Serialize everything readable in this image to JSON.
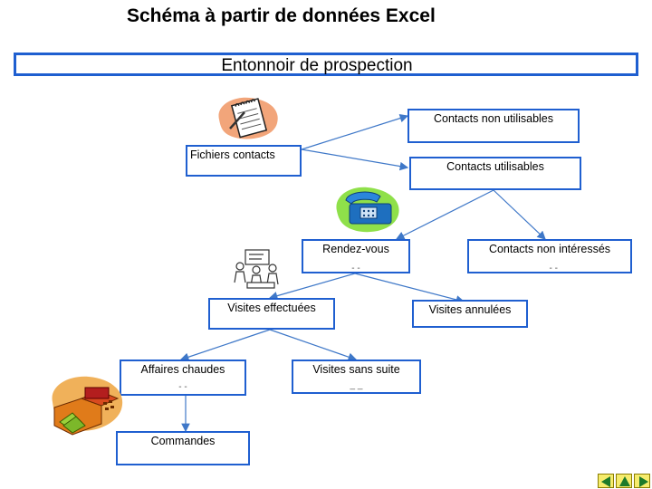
{
  "slide_title": "Schéma à partir de données Excel",
  "header": {
    "title": "Entonnoir de prospection"
  },
  "nodes": {
    "fichiers": {
      "label": "Fichiers contacts"
    },
    "non_utilisables": {
      "label": "Contacts non utilisables"
    },
    "utilisables": {
      "label": "Contacts  utilisables"
    },
    "rendez_vous": {
      "label": "Rendez-vous",
      "sub": "- -"
    },
    "non_interesses": {
      "label": "Contacts non intéressés",
      "sub": "- -"
    },
    "visites_effectuees": {
      "label": "Visites effectuées"
    },
    "visites_annulees": {
      "label": "Visites annulées"
    },
    "affaires_chaudes": {
      "label": "Affaires chaudes",
      "sub": "- -"
    },
    "visites_sans_suite": {
      "label": "Visites sans suite",
      "sub": "_ _"
    },
    "commandes": {
      "label": "Commandes"
    }
  },
  "clipart": [
    "notepad-icon",
    "telephone-icon",
    "meeting-people-icon",
    "cash-register-icon"
  ],
  "navigation": [
    "previous-slide",
    "home",
    "next-slide"
  ],
  "colors": {
    "box_border": "#1f5fd0",
    "arrow": "#3f78c8",
    "nav_button": "#f6ec6c",
    "nav_arrow": "#1d7a2a"
  }
}
